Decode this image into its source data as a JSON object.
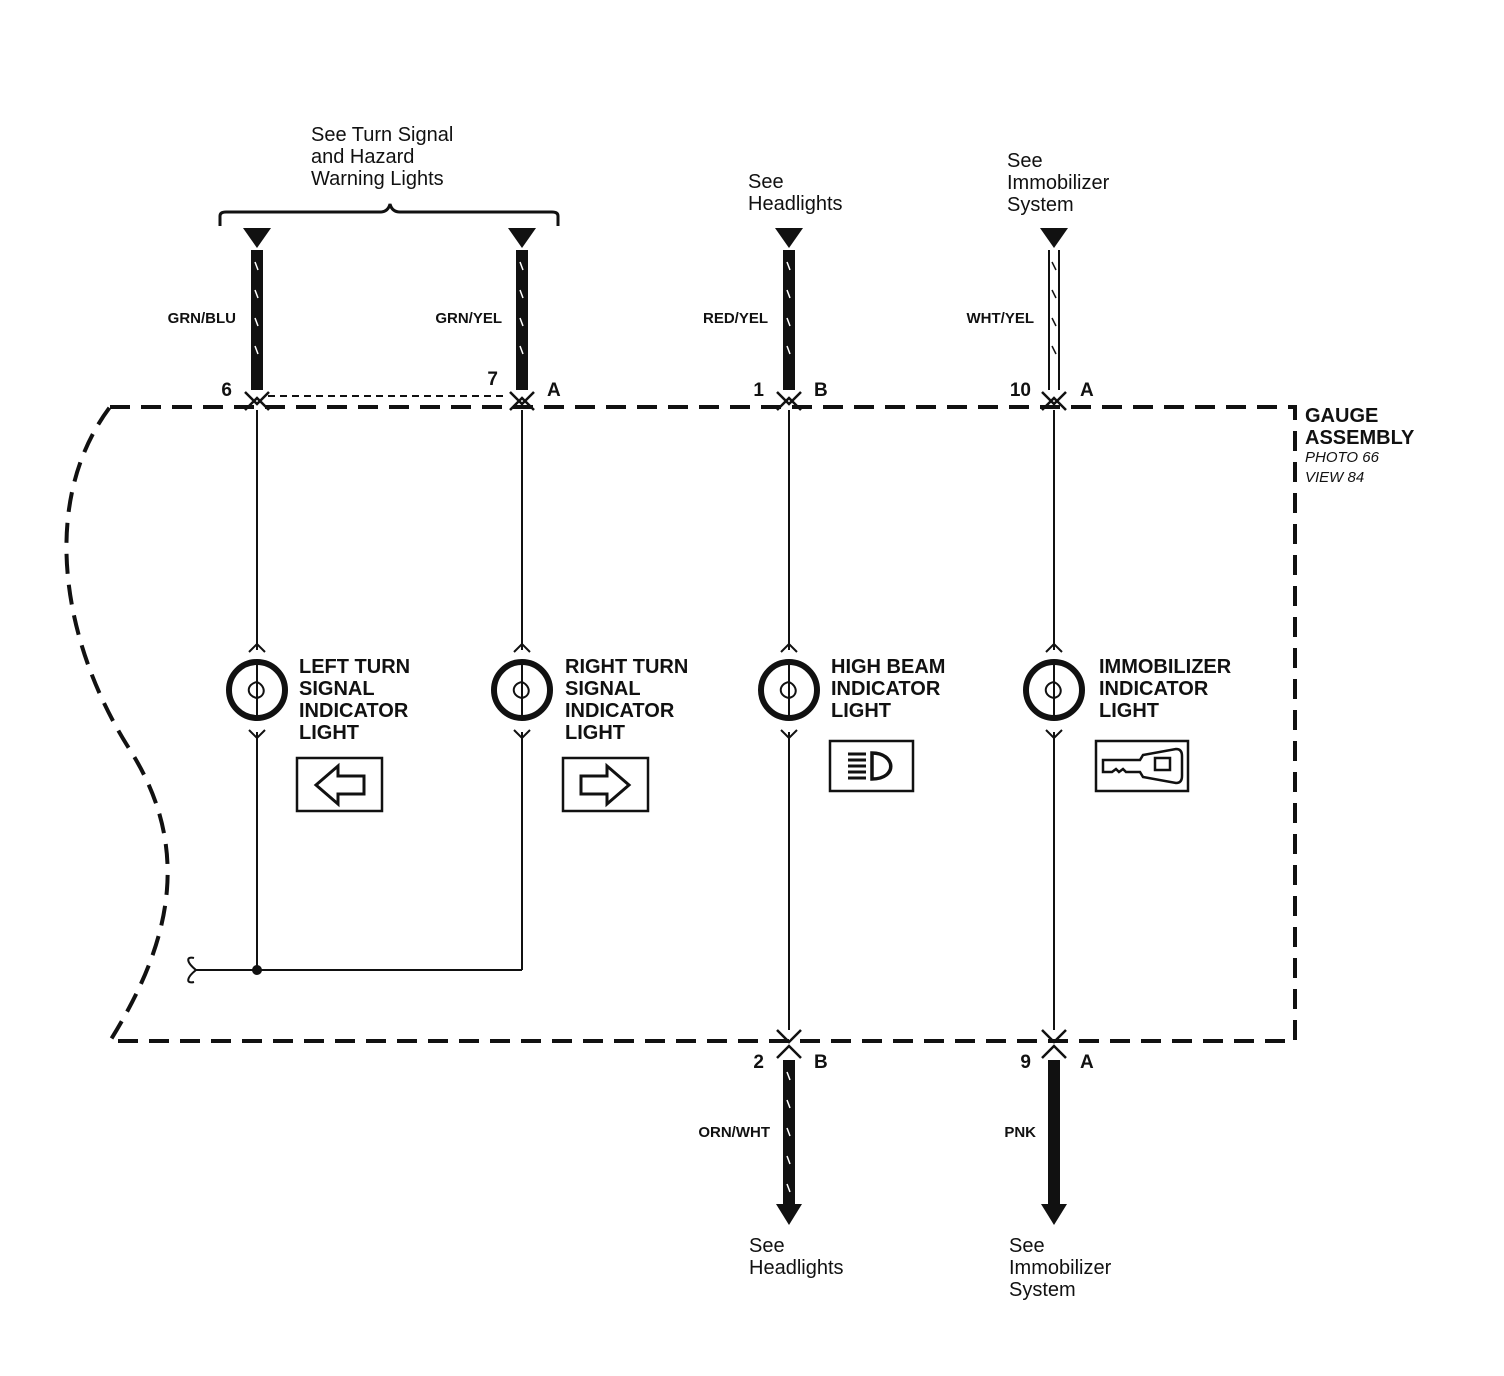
{
  "references": {
    "turn_signal": [
      "See Turn Signal",
      "and Hazard",
      "Warning Lights"
    ],
    "headlights_top": [
      "See",
      "Headlights"
    ],
    "immobilizer_top": [
      "See",
      "Immobilizer",
      "System"
    ],
    "headlights_bottom": [
      "See",
      "Headlights"
    ],
    "immobilizer_bottom": [
      "See",
      "Immobilizer",
      "System"
    ]
  },
  "wires": {
    "grn_blu": "GRN/BLU",
    "grn_yel": "GRN/YEL",
    "red_yel": "RED/YEL",
    "wht_yel": "WHT/YEL",
    "orn_wht": "ORN/WHT",
    "pnk": "PNK"
  },
  "pins": {
    "p6": "6",
    "p7": "7",
    "p7_conn": "A",
    "p1": "1",
    "p1_conn": "B",
    "p10": "10",
    "p10_conn": "A",
    "p2": "2",
    "p2_conn": "B",
    "p9": "9",
    "p9_conn": "A"
  },
  "assembly": {
    "name": [
      "GAUGE",
      "ASSEMBLY"
    ],
    "photo": "PHOTO 66",
    "view": "VIEW 84"
  },
  "components": {
    "left_turn": [
      "LEFT TURN",
      "SIGNAL",
      "INDICATOR",
      "LIGHT"
    ],
    "right_turn": [
      "RIGHT TURN",
      "SIGNAL",
      "INDICATOR",
      "LIGHT"
    ],
    "high_beam": [
      "HIGH BEAM",
      "INDICATOR",
      "LIGHT"
    ],
    "immobilizer": [
      "IMMOBILIZER",
      "INDICATOR",
      "LIGHT"
    ]
  },
  "icons": {
    "left_turn": "left-arrow-icon",
    "right_turn": "right-arrow-icon",
    "high_beam": "high-beam-icon",
    "immobilizer": "key-icon"
  }
}
